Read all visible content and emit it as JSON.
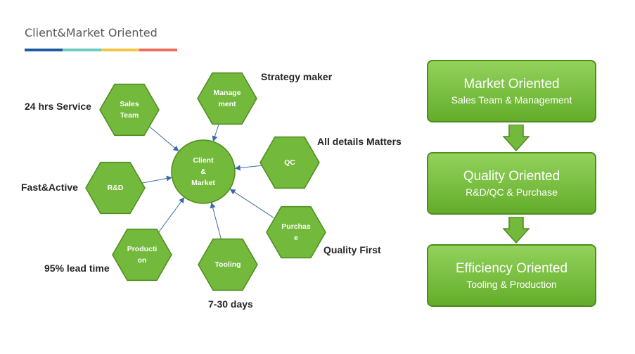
{
  "header": {
    "title": "Client&Market Oriented",
    "bar_colors": [
      "#1f5a9c",
      "#6ecbc2",
      "#f4c542",
      "#ef6b5b"
    ]
  },
  "colors": {
    "hex_fill": "#72b93c",
    "hex_stroke": "#4e8c1e",
    "arrow": "#3b6aa8",
    "text_dark": "#262626"
  },
  "center": {
    "text": "Client\n&\nMarket"
  },
  "nodes": [
    {
      "id": "sales",
      "text": "Sales\nTeam",
      "label": "24 hrs Service"
    },
    {
      "id": "management",
      "text": "Manage\nment",
      "label": "Strategy maker"
    },
    {
      "id": "qc",
      "text": "QC",
      "label": "All details Matters"
    },
    {
      "id": "rd",
      "text": "R&D",
      "label": "Fast&Active"
    },
    {
      "id": "purchase",
      "text": "Purchas\ne",
      "label": "Quality First"
    },
    {
      "id": "production",
      "text": "Producti\non",
      "label": "95% lead time"
    },
    {
      "id": "tooling",
      "text": "Tooling",
      "label": "7-30 days"
    }
  ],
  "flow": [
    {
      "title": "Market Oriented",
      "subtitle": "Sales Team & Management"
    },
    {
      "title": "Quality Oriented",
      "subtitle": "R&D/QC  &  Purchase"
    },
    {
      "title": "Efficiency Oriented",
      "subtitle": "Tooling & Production"
    }
  ]
}
